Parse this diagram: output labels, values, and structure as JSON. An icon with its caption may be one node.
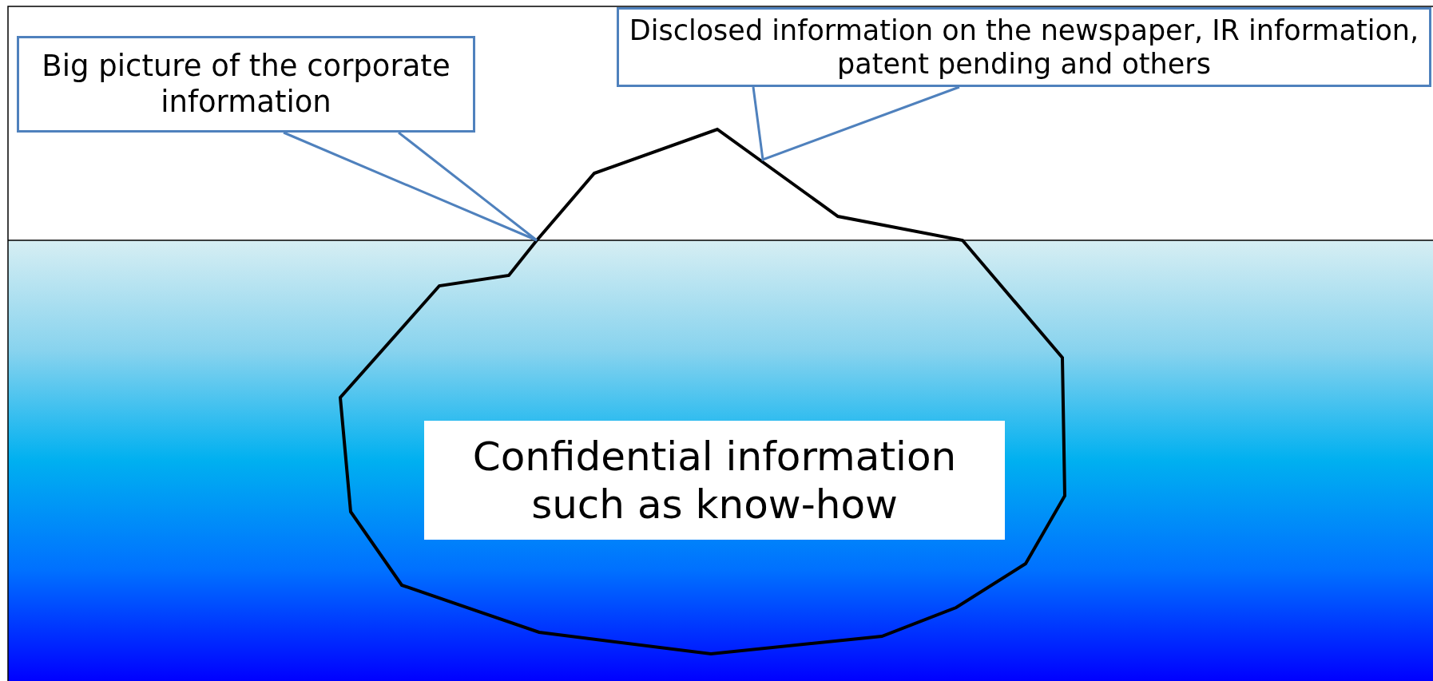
{
  "diagram": {
    "nodes": [
      {
        "text": [
          "Big picture of the corporate information"
        ]
      },
      {
        "text": [
          "Disclosed information on the newspaper, IR information, patent pending and others"
        ]
      },
      {
        "text": [],
        "shape": "iceberg"
      },
      {
        "text": [
          "Confidential information such as know-how"
        ],
        "in": 2
      }
    ],
    "edges": [
      {
        "from": 0,
        "to": null,
        "arrow": "none"
      },
      {
        "from": 1,
        "to": null,
        "arrow": "none"
      }
    ]
  }
}
